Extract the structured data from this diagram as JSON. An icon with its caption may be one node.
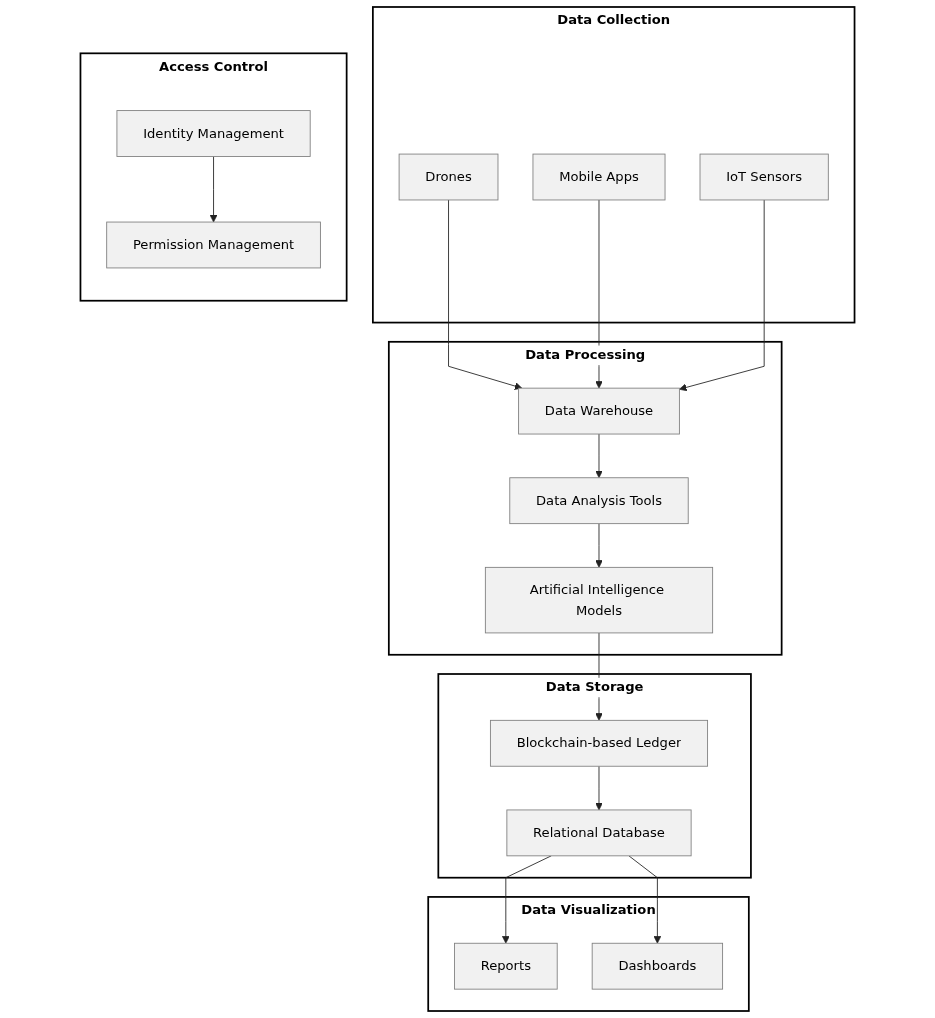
{
  "diagram": {
    "nodes": [
      {
        "text": [
          "Data Collection"
        ]
      },
      {
        "text": [
          "Drones"
        ],
        "in": 0
      },
      {
        "text": [
          "Mobile Apps"
        ],
        "in": 0
      },
      {
        "text": [
          "IoT Sensors"
        ],
        "in": 0
      },
      {
        "text": [
          "Data Processing"
        ]
      },
      {
        "text": [
          "Data Warehouse"
        ],
        "in": 4
      },
      {
        "text": [
          "Data Analysis Tools"
        ],
        "in": 4
      },
      {
        "text": [
          "Artificial Intelligence Models"
        ],
        "in": 4
      },
      {
        "text": [
          "Data Storage"
        ]
      },
      {
        "text": [
          "Blockchain-based Ledger"
        ],
        "in": 8
      },
      {
        "text": [
          "Relational Database"
        ],
        "in": 8
      },
      {
        "text": [
          "Data Visualization"
        ]
      },
      {
        "text": [
          "Reports"
        ],
        "in": 11
      },
      {
        "text": [
          "Dashboards"
        ],
        "in": 11
      },
      {
        "text": [
          "Access Control"
        ]
      },
      {
        "text": [
          "Identity Management"
        ],
        "in": 14
      },
      {
        "text": [
          "Permission Management"
        ],
        "in": 14
      }
    ],
    "edges": [
      {
        "from": 1,
        "to": 5,
        "arrow": "to"
      },
      {
        "from": 2,
        "to": 5,
        "arrow": "to"
      },
      {
        "from": 3,
        "to": 5,
        "arrow": "to"
      },
      {
        "from": 5,
        "to": 6,
        "arrow": "to"
      },
      {
        "from": 6,
        "to": 7,
        "arrow": "to"
      },
      {
        "from": 7,
        "to": 9,
        "arrow": "to"
      },
      {
        "from": 9,
        "to": 10,
        "arrow": "to"
      },
      {
        "from": 10,
        "to": 12,
        "arrow": "to"
      },
      {
        "from": 10,
        "to": 13,
        "arrow": "to"
      },
      {
        "from": 15,
        "to": 16,
        "arrow": "to"
      }
    ]
  }
}
